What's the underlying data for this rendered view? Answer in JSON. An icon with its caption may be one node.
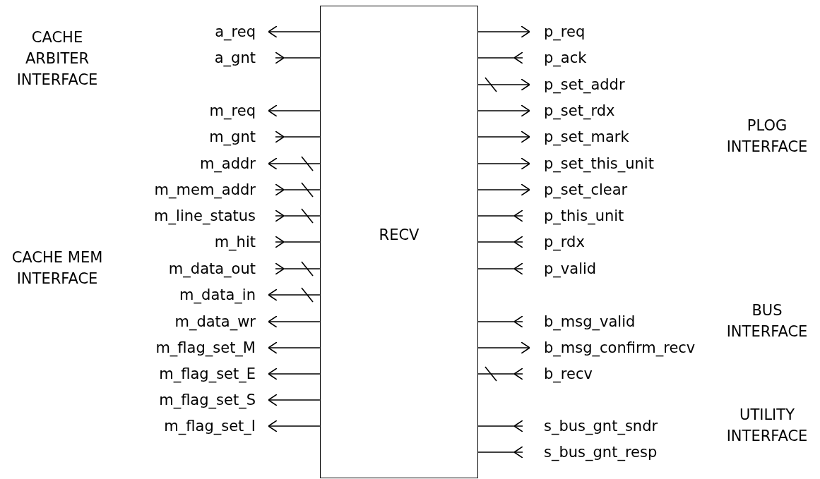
{
  "diagram": {
    "nodes": [
      {
        "text": [
          "RECV"
        ]
      },
      {
        "text": [
          "a_req"
        ]
      },
      {
        "text": [
          "a_gnt"
        ]
      },
      {
        "text": [
          "m_req"
        ]
      },
      {
        "text": [
          "m_gnt"
        ]
      },
      {
        "text": [
          "m_addr"
        ]
      },
      {
        "text": [
          "m_mem_addr"
        ]
      },
      {
        "text": [
          "m_line_status"
        ]
      },
      {
        "text": [
          "m_hit"
        ]
      },
      {
        "text": [
          "m_data_out"
        ]
      },
      {
        "text": [
          "m_data_in"
        ]
      },
      {
        "text": [
          "m_data_wr"
        ]
      },
      {
        "text": [
          "m_flag_set_M"
        ]
      },
      {
        "text": [
          "m_flag_set_E"
        ]
      },
      {
        "text": [
          "m_flag_set_S"
        ]
      },
      {
        "text": [
          "m_flag_set_I"
        ]
      },
      {
        "text": [
          "p_req"
        ]
      },
      {
        "text": [
          "p_ack"
        ]
      },
      {
        "text": [
          "p_set_addr"
        ]
      },
      {
        "text": [
          "p_set_rdx"
        ]
      },
      {
        "text": [
          "p_set_mark"
        ]
      },
      {
        "text": [
          "p_set_this_unit"
        ]
      },
      {
        "text": [
          "p_set_clear"
        ]
      },
      {
        "text": [
          "p_this_unit"
        ]
      },
      {
        "text": [
          "p_rdx"
        ]
      },
      {
        "text": [
          "p_valid"
        ]
      },
      {
        "text": [
          "b_msg_valid"
        ]
      },
      {
        "text": [
          "b_msg_confirm_recv"
        ]
      },
      {
        "text": [
          "b_recv"
        ]
      },
      {
        "text": [
          "s_bus_gnt_sndr"
        ]
      },
      {
        "text": [
          "s_bus_gnt_resp"
        ]
      }
    ],
    "edges": [
      {
        "from": 0,
        "to": 1,
        "arrow": "to"
      },
      {
        "from": 2,
        "to": 0,
        "arrow": "other"
      },
      {
        "from": 0,
        "to": 3,
        "arrow": "to"
      },
      {
        "from": 4,
        "to": 0,
        "arrow": "other"
      },
      {
        "from": 0,
        "to": 5,
        "arrow": "to"
      },
      {
        "from": 6,
        "to": 0,
        "arrow": "other"
      },
      {
        "from": 7,
        "to": 0,
        "arrow": "other"
      },
      {
        "from": 8,
        "to": 0,
        "arrow": "other"
      },
      {
        "from": 9,
        "to": 0,
        "arrow": "other"
      },
      {
        "from": 0,
        "to": 10,
        "arrow": "to"
      },
      {
        "from": 0,
        "to": 11,
        "arrow": "to"
      },
      {
        "from": 0,
        "to": 12,
        "arrow": "to"
      },
      {
        "from": 0,
        "to": 13,
        "arrow": "to"
      },
      {
        "from": 0,
        "to": 14,
        "arrow": "to"
      },
      {
        "from": 0,
        "to": 15,
        "arrow": "to"
      },
      {
        "from": 0,
        "to": 16,
        "arrow": "to"
      },
      {
        "from": 17,
        "to": 0,
        "arrow": "other"
      },
      {
        "from": 0,
        "to": 18,
        "arrow": "to"
      },
      {
        "from": 0,
        "to": 19,
        "arrow": "to"
      },
      {
        "from": 0,
        "to": 20,
        "arrow": "to"
      },
      {
        "from": 0,
        "to": 21,
        "arrow": "to"
      },
      {
        "from": 0,
        "to": 22,
        "arrow": "to"
      },
      {
        "from": 23,
        "to": 0,
        "arrow": "other"
      },
      {
        "from": 24,
        "to": 0,
        "arrow": "other"
      },
      {
        "from": 25,
        "to": 0,
        "arrow": "other"
      },
      {
        "from": 26,
        "to": 0,
        "arrow": "other"
      },
      {
        "from": 0,
        "to": 27,
        "arrow": "to"
      },
      {
        "from": 28,
        "to": 0,
        "arrow": "other"
      },
      {
        "from": 29,
        "to": 0,
        "arrow": "other"
      },
      {
        "from": 30,
        "to": 0,
        "arrow": "other"
      }
    ],
    "labels": [
      "CACHE ARBITER INTERFACE",
      "PLOG INTERFACE",
      "CACHE MEM INTERFACE",
      "BUS INTERFACE",
      "UTILITY INTERFACE"
    ]
  }
}
